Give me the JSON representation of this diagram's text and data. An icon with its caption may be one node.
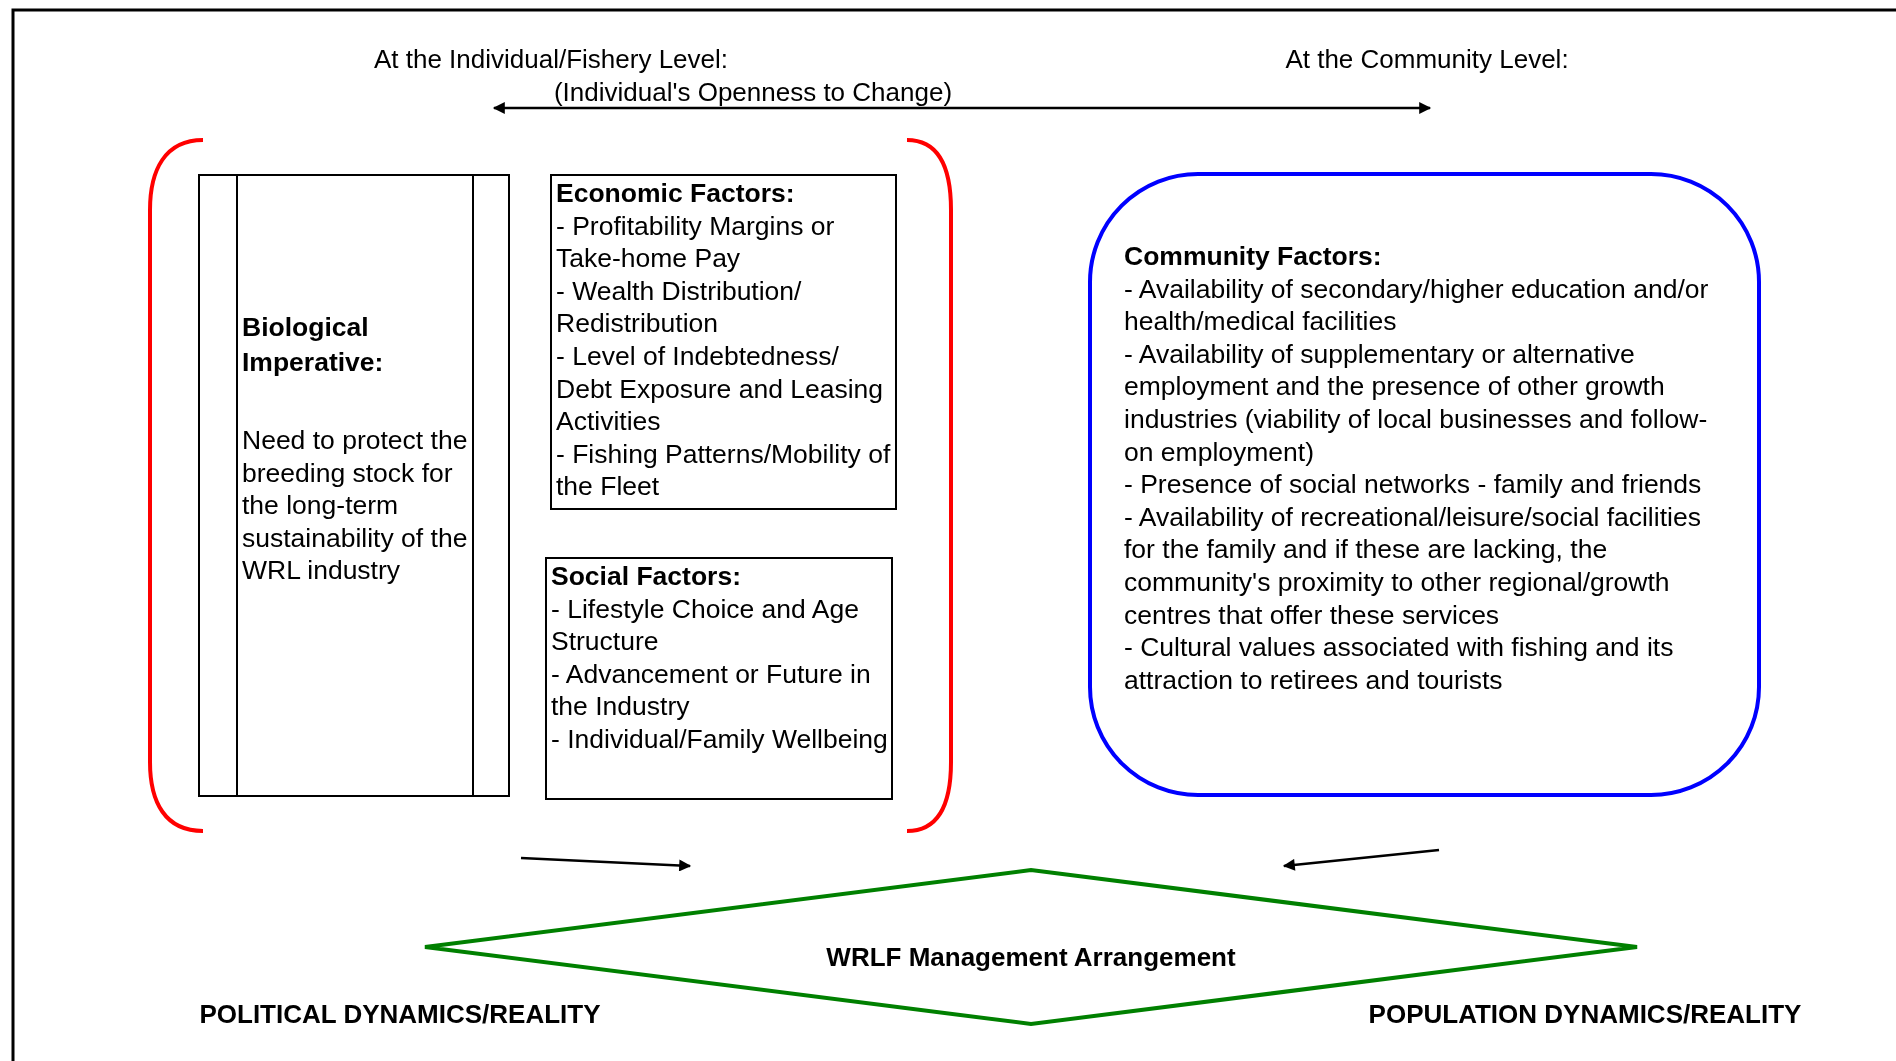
{
  "diagram": {
    "nodes": [
      {
        "text": [
          "Biological Imperative:",
          "Need to protect the breeding stock for the long-term sustainability of the WRL industry"
        ]
      },
      {
        "text": [
          "Economic Factors:",
          "- Profitability Margins or Take-home Pay",
          "- Wealth Distribution/ Redistribution",
          "- Level of Indebtedness/ Debt Exposure and Leasing Activities",
          "- Fishing Patterns/Mobility of the Fleet"
        ]
      },
      {
        "text": [
          "Social Factors:",
          "- Lifestyle Choice and Age Structure",
          "- Advancement or Future in the Industry",
          "- Individual/Family Wellbeing"
        ]
      },
      {
        "text": [
          "Community Factors:",
          "- Availability of secondary/higher education and/or health/medical facilities",
          "- Availability of supplementary or alternative employment and the presence of other growth industries (viability of local businesses and follow-on employment)",
          "- Presence of social networks - family and friends",
          "- Availability of recreational/leisure/social facilities for the family and if these are lacking, the community's proximity to other regional/growth centres that offer these services",
          "- Cultural values associated with fishing and its attraction to retirees and tourists"
        ]
      },
      {
        "text": [
          "WRLF Management Arrangement"
        ]
      }
    ],
    "edges": [
      {
        "from": null,
        "to": 4,
        "arrow": "to"
      },
      {
        "from": null,
        "to": 4,
        "arrow": "to"
      }
    ],
    "labels": [
      "At the Individual/Fishery Level:",
      "(Individual's Openness to Change)",
      "At the Community Level:",
      "POLITICAL DYNAMICS/REALITY",
      "POPULATION DYNAMICS/REALITY"
    ]
  }
}
